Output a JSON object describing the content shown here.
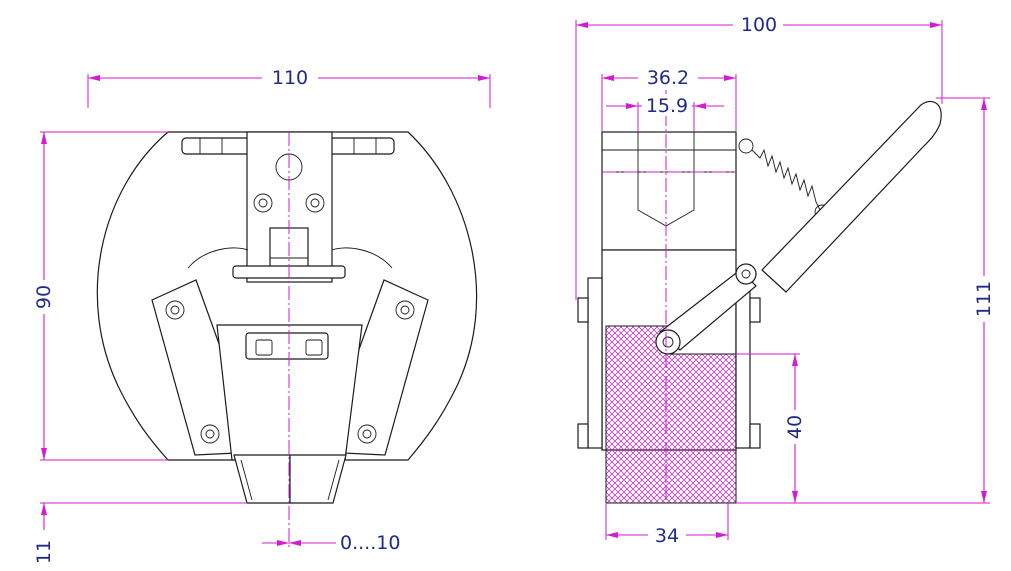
{
  "drawing": {
    "front_view": {
      "dim_width": "110",
      "dim_height": "90",
      "dim_bottom": "11",
      "dim_gap": "0....10"
    },
    "side_view": {
      "dim_overall_width": "100",
      "dim_body_width": "36.2",
      "dim_slot_width": "15.9",
      "dim_height": "111",
      "dim_jaw_height": "40",
      "dim_jaw_width": "34"
    },
    "colors": {
      "dimension_lines": "#d21bd2",
      "dimension_text": "#1f2a8a",
      "outline": "#1b1b1b",
      "jaw_hatch": "#c01fc0"
    }
  }
}
